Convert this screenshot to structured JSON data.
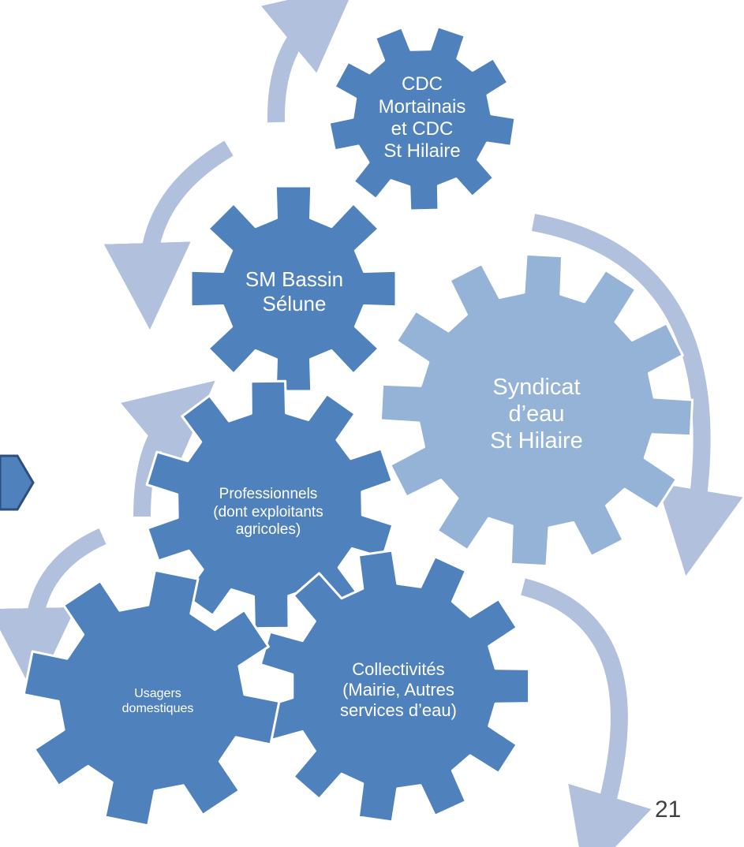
{
  "colors": {
    "gear_dark": "#4F81BD",
    "gear_light": "#95B3D7",
    "arrow": "#B1C0DD",
    "label_text": "#FFFFFF",
    "page_number_text": "#404040"
  },
  "gears": {
    "cdc": {
      "label": "CDC\nMortainais\net CDC\nSt Hilaire"
    },
    "sm_bassin": {
      "label": "SM Bassin\nSélune"
    },
    "syndicat": {
      "label": "Syndicat\nd’eau\nSt Hilaire"
    },
    "professionnels": {
      "label": "Professionnels\n(dont exploitants\nagricoles)"
    },
    "usagers": {
      "label": "Usagers\ndomestiques"
    },
    "collectivites": {
      "label": "Collectivités\n(Mairie, Autres\nservices d’eau)"
    }
  },
  "page_number": "21"
}
